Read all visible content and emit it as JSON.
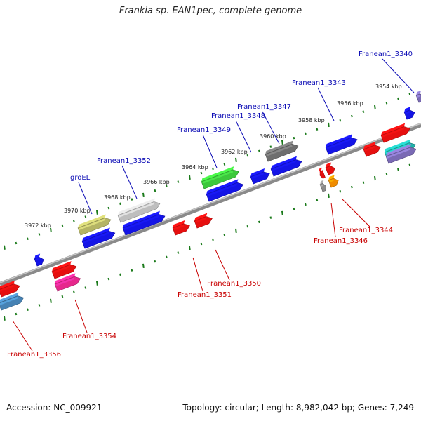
{
  "title": "Frankia sp. EAN1pec, complete genome",
  "footer": {
    "accession": "Accession: NC_009921",
    "summary": "Topology: circular; Length: 8,982,042 bp; Genes: 7,249"
  },
  "colors": {
    "forward_label": "#0b0bb5",
    "reverse_label": "#c80000",
    "backbone": "#8a8a8a",
    "ticks": "#1a7a1a"
  },
  "ticks": [
    "3954 kbp",
    "3956 kbp",
    "3958 kbp",
    "3960 kbp",
    "3962 kbp",
    "3964 kbp",
    "3966 kbp",
    "3968 kbp",
    "3970 kbp",
    "3972 kbp"
  ],
  "forward_labels": [
    "Franean1_3340",
    "Franean1_3343",
    "Franean1_3347",
    "Franean1_3348",
    "Franean1_3349",
    "Franean1_3352",
    "groEL"
  ],
  "reverse_labels": [
    "Franean1_3344",
    "Franean1_3346",
    "Franean1_3350",
    "Franean1_3351",
    "Franean1_3354",
    "Franean1_3356"
  ],
  "feature_colors": {
    "blue": "#1414e6",
    "red": "#e60f0f",
    "green": "#3cc83c",
    "olive": "#b4b464",
    "silver": "#bebebe",
    "darkgray": "#6e6e6e",
    "pink": "#e6288c",
    "steel": "#4682b4",
    "orange": "#f08c00",
    "gray": "#8c8c8c",
    "cyan": "#20b2aa",
    "purple": "#7a6ab4"
  }
}
